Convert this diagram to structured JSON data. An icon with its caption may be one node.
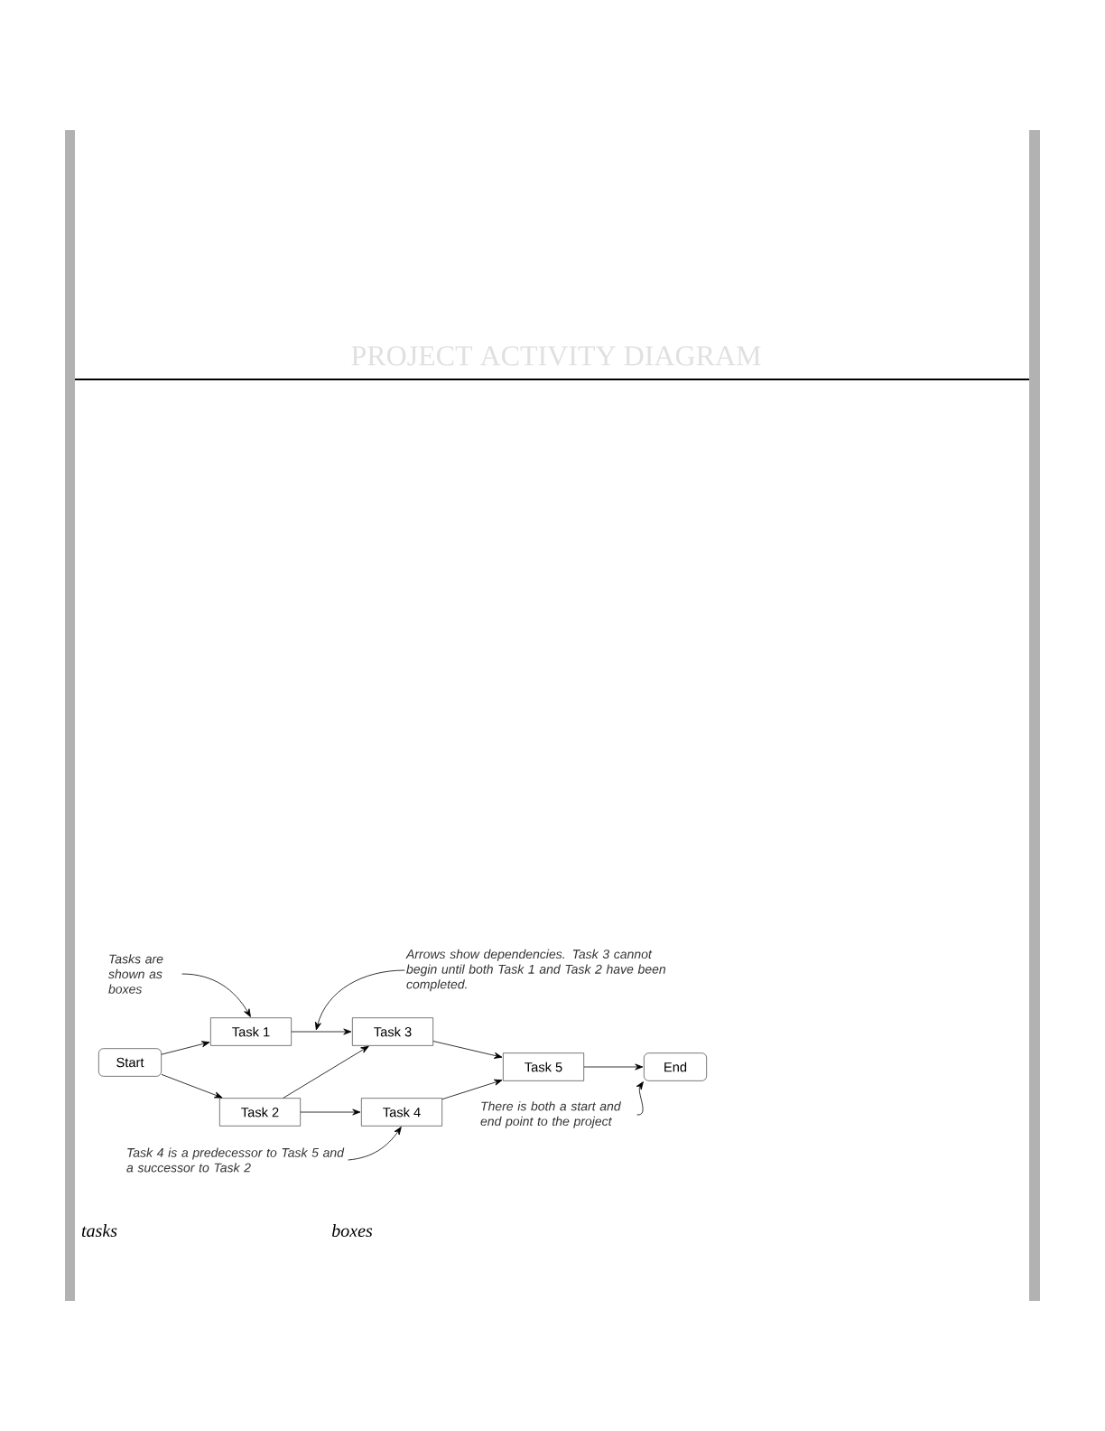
{
  "diagram": {
    "title": "PROJECT ACTIVITY DIAGRAM",
    "nodes": [
      {
        "text": [
          "Start"
        ]
      },
      {
        "text": [
          "Task 1"
        ]
      },
      {
        "text": [
          "Task 2"
        ]
      },
      {
        "text": [
          "Task 3"
        ]
      },
      {
        "text": [
          "Task 4"
        ]
      },
      {
        "text": [
          "Task 5"
        ]
      },
      {
        "text": [
          "End"
        ]
      },
      {
        "text": [
          "Tasks are shown as boxes"
        ]
      },
      {
        "text": [
          "Arrows show dependencies. Task 3 cannot begin until both Task 1 and Task 2 have been completed."
        ]
      },
      {
        "text": [
          "Task 4 is a predecessor to Task 5 and a successor to Task 2"
        ]
      },
      {
        "text": [
          "There is both a start and end point to the project"
        ]
      }
    ],
    "edges": [
      {
        "from": 0,
        "to": 1,
        "arrow": "to"
      },
      {
        "from": 0,
        "to": 2,
        "arrow": "to"
      },
      {
        "from": 1,
        "to": 3,
        "arrow": "to"
      },
      {
        "from": 2,
        "to": 3,
        "arrow": "to"
      },
      {
        "from": 2,
        "to": 4,
        "arrow": "to"
      },
      {
        "from": 3,
        "to": 5,
        "arrow": "to"
      },
      {
        "from": 4,
        "to": 5,
        "arrow": "to"
      },
      {
        "from": 5,
        "to": 6,
        "arrow": "to"
      },
      {
        "from": 7,
        "to": 1,
        "arrow": "to"
      },
      {
        "from": 8,
        "to": null,
        "arrow": "to"
      },
      {
        "from": 9,
        "to": 4,
        "arrow": "to"
      },
      {
        "from": 10,
        "to": 6,
        "arrow": "to"
      }
    ],
    "labels": [
      "tasks",
      "boxes"
    ]
  }
}
